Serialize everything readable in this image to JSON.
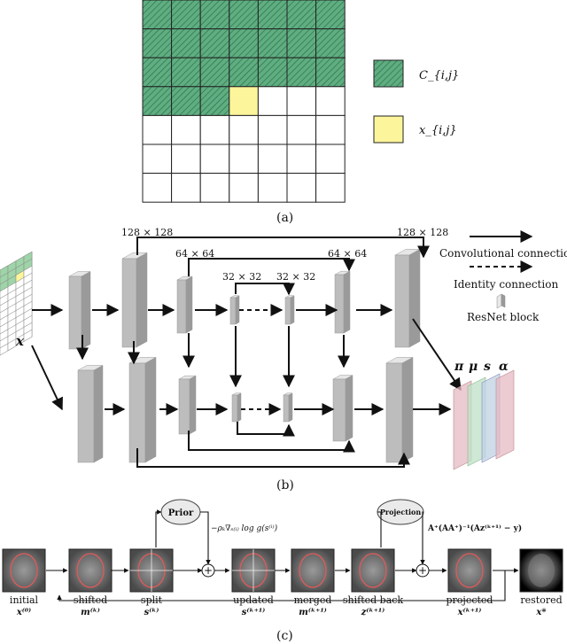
{
  "panel_a": {
    "legend_c": "C_{i,j}",
    "legend_x": "x_{i,j}",
    "caption": "(a)",
    "colors": {
      "hatch_green": "#5fae82",
      "yellow": "#fcf59b"
    }
  },
  "panel_b": {
    "res_128_left": "128 × 128",
    "res_128_right": "128 × 128",
    "res_64_left": "64 × 64",
    "res_64_right": "64 × 64",
    "res_32_left": "32 × 32",
    "res_32_right": "32 × 32",
    "input_label": "x",
    "legend_conv": "Convolutional connection",
    "legend_identity": "Identity connection",
    "legend_resnet": "ResNet block",
    "output_labels": [
      "π",
      "μ",
      "s",
      "α"
    ],
    "caption": "(b)",
    "colors": {
      "block_gray": "#bdbdbd",
      "out_pink": "#e6b9c4",
      "out_green": "#bfe0c8",
      "out_blue": "#bfd2e4"
    }
  },
  "panel_c": {
    "prior_label": "Prior",
    "projection_label": "Projection",
    "gradient_formula": "−ρₖ∇ₛ₍ᵢ₎ log g(s⁽ⁱ⁾)",
    "projection_formula": "A⁺(AA⁺)⁻¹(Az⁽ᵏ⁺¹⁾ − y)",
    "plus_symbol": "+",
    "stages": [
      {
        "name": "initial",
        "symbol": "x⁽⁰⁾"
      },
      {
        "name": "shifted",
        "symbol": "m⁽ᵏ⁾"
      },
      {
        "name": "split",
        "symbol": "s⁽ᵏ⁾"
      },
      {
        "name": "updated",
        "symbol": "s⁽ᵏ⁺¹⁾"
      },
      {
        "name": "merged",
        "symbol": "m⁽ᵏ⁺¹⁾"
      },
      {
        "name": "shifted back",
        "symbol": "z⁽ᵏ⁺¹⁾"
      },
      {
        "name": "projected",
        "symbol": "x⁽ᵏ⁺¹⁾"
      },
      {
        "name": "restored",
        "symbol": "x*"
      }
    ],
    "caption": "(c)",
    "colors": {
      "ellipse_red": "#e05a5a"
    }
  }
}
